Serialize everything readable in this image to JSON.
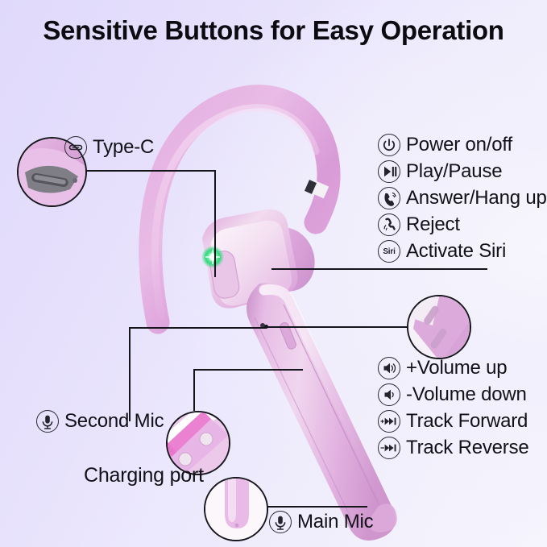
{
  "page": {
    "title": "Sensitive Buttons for Easy Operation",
    "product": "bluetooth-headset",
    "background": {
      "from": "#e0d9fb",
      "to": "#f6f4fd"
    },
    "colors": {
      "text": "#111118",
      "line": "#15151c",
      "hook_pink": "#dfa6dd",
      "body_pink": "#e6b6e2",
      "led_green": "#2ee07a"
    }
  },
  "callouts": {
    "type_c": {
      "label": "Type-C",
      "icon": "usb-c-icon"
    },
    "second_mic": {
      "label": "Second Mic",
      "icon": "microphone-icon"
    },
    "charging_port": {
      "label": "Charging port",
      "icon": "none"
    },
    "main_mic": {
      "label": "Main Mic",
      "icon": "microphone-icon"
    }
  },
  "controls_primary": [
    {
      "label": "Power on/off",
      "icon": "power-icon"
    },
    {
      "label": "Play/Pause",
      "icon": "play-pause-icon"
    },
    {
      "label": "Answer/Hang up",
      "icon": "answer-call-icon"
    },
    {
      "label": "Reject",
      "icon": "reject-call-icon"
    },
    {
      "label": "Activate Siri",
      "icon": "siri-icon"
    }
  ],
  "controls_secondary": [
    {
      "label": "+Volume up",
      "icon": "volume-up-icon"
    },
    {
      "label": "-Volume down",
      "icon": "volume-down-icon"
    },
    {
      "label": "Track Forward",
      "icon": "track-forward-icon"
    },
    {
      "label": "Track Reverse",
      "icon": "track-reverse-icon"
    }
  ]
}
